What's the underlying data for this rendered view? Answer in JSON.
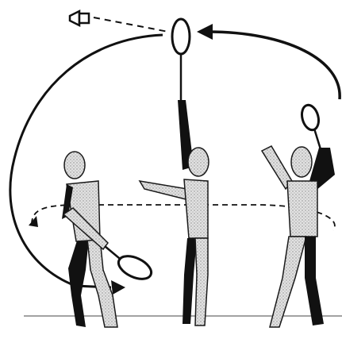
{
  "figure": {
    "caption": "",
    "players": [
      {
        "role": "left-player",
        "action": "low-forehand-swing"
      },
      {
        "role": "center-player",
        "action": "overhead-hit-with-reach"
      },
      {
        "role": "right-player",
        "action": "raised-racket-ready"
      }
    ],
    "shuttlecock_icon": "shuttlecock-icon",
    "paths": [
      "swing-arc-path",
      "racket-transfer-arrow",
      "shuttle-flight-dashed",
      "player-rotation-dashed"
    ],
    "colors": {
      "ink": "#111111",
      "figure_fill": "#cfcfcf",
      "figure_stroke": "#1a1a1a",
      "background": "#ffffff"
    }
  }
}
